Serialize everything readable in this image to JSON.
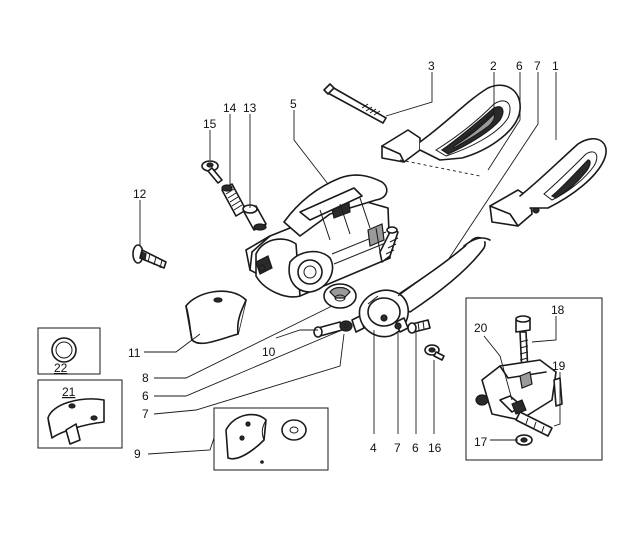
{
  "callouts": {
    "c1": "1",
    "c2": "2",
    "c3": "3",
    "c4": "4",
    "c5": "5",
    "c6a": "6",
    "c6b": "6",
    "c6c": "6",
    "c7a": "7",
    "c7b": "7",
    "c7c": "7",
    "c8": "8",
    "c9": "9",
    "c10": "10",
    "c11": "11",
    "c12": "12",
    "c13": "13",
    "c14": "14",
    "c15": "15",
    "c16": "16",
    "c17": "17",
    "c18": "18",
    "c19": "19",
    "c20": "20",
    "c21": "21",
    "c22": "22"
  }
}
